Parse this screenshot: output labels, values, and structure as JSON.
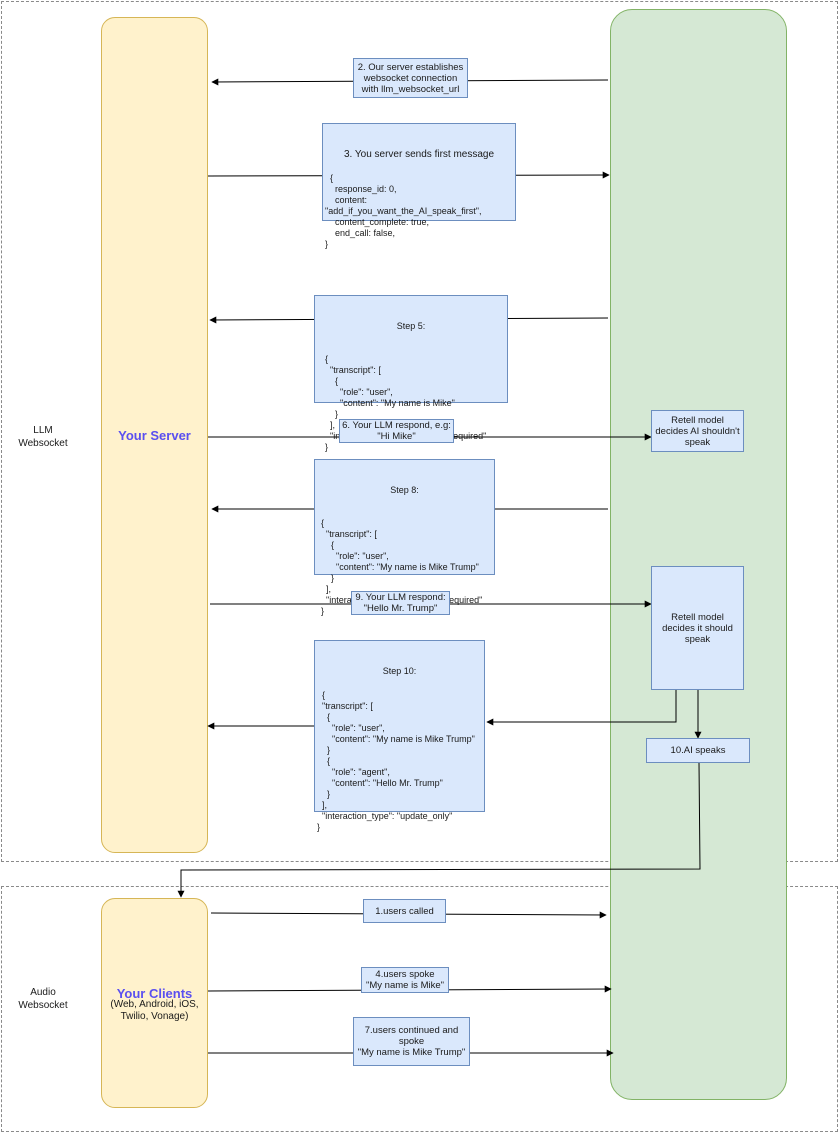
{
  "lanes": {
    "llm": {
      "label": "LLM\nWebsocket"
    },
    "audio": {
      "label": "Audio\nWebsocket"
    }
  },
  "columns": {
    "server": {
      "title": "Your Server"
    },
    "clients": {
      "title": "Your Clients",
      "subtitle": "(Web, Android, iOS,\nTwilio, Vonage)"
    }
  },
  "steps": {
    "s1": "1.users called",
    "s2": "2. Our server establishes\nwebsocket connection\nwith llm_websocket_url",
    "s3_head": "3. You server sends first message",
    "s3_body": "{\n    response_id: 0,\n    content:\n\"add_if_you_want_the_AI_speak_first\",\n    content_complete: true,\n    end_call: false,\n}",
    "s4": "4.users spoke\n\"My name is Mike\"",
    "s5_head": "Step 5:",
    "s5_body": "{\n  \"transcript\": [\n    {\n      \"role\": \"user\",\n      \"content\": \"My name is Mike\"\n    }\n  ],\n  \"interaction_type\": \"response_required\"\n}",
    "s6": "6. Your LLM respond, e.g:\n\"Hi Mike\"",
    "s6_retell": "Retell model\ndecides AI shouldn't\nspeak",
    "s7": "7.users continued and\nspoke\n\"My name is Mike Trump\"",
    "s8_head": "Step 8:",
    "s8_body": "{\n  \"transcript\": [\n    {\n      \"role\": \"user\",\n      \"content\": \"My name is Mike Trump\"\n    }\n  ],\n  \"interaction_type\": \"response_required\"\n}",
    "s9": "9. Your LLM respond:\n\"Hello Mr. Trump\"",
    "s9_retell": "Retell model\ndecides it should\nspeak",
    "s10_head": "Step 10:",
    "s10_body": "{\n  \"transcript\": [\n    {\n      \"role\": \"user\",\n      \"content\": \"My name is Mike Trump\"\n    }\n    {\n      \"role\": \"agent\",\n      \"content\": \"Hello Mr. Trump\"\n    }\n  ],\n  \"interaction_type\": \"update_only\"\n}",
    "s10_speaks": "10.AI speaks"
  },
  "colors": {
    "server_fill": "#fff2cc",
    "retell_fill": "#d5e8d4",
    "box_fill": "#dae8fc",
    "title_accent": "#5a4ff0"
  }
}
